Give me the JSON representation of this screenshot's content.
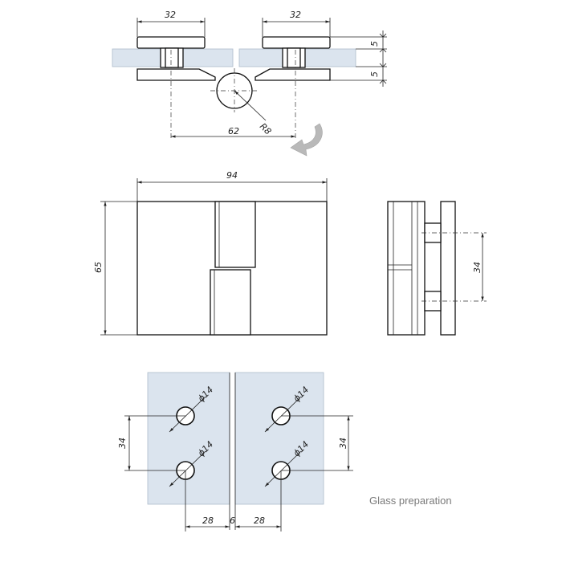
{
  "colors": {
    "glass": "#dbe4ee",
    "line": "#111111",
    "arrow": "#b9b9b9",
    "caption": "#7a7a7a"
  },
  "top_view": {
    "dim_left_plate": "32",
    "dim_right_plate": "32",
    "dim_plate_thickness": "5",
    "dim_hinge_plate_thickness": "5",
    "dim_radius": "R8",
    "dim_hole_span": "62"
  },
  "front_view": {
    "dim_width": "94",
    "dim_height": "65"
  },
  "side_view": {
    "dim_bolt_spacing": "34"
  },
  "glass_view": {
    "hole_labels": [
      "ϕ14",
      "ϕ14",
      "ϕ14",
      "ϕ14"
    ],
    "dim_left_spacing": "34",
    "dim_right_spacing": "34",
    "dim_left_offset": "28",
    "dim_gap": "6",
    "dim_right_offset": "28",
    "caption": "Glass preparation"
  }
}
